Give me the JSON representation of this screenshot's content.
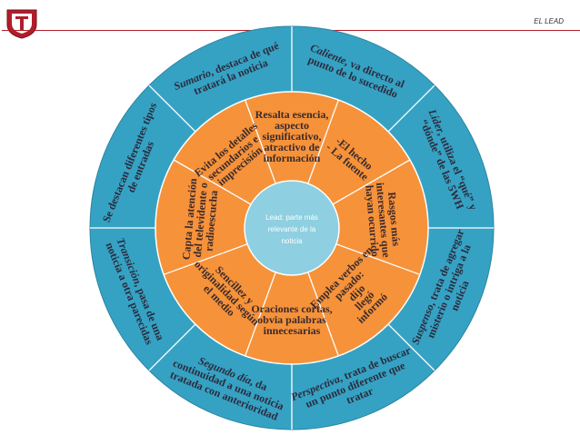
{
  "header": {
    "title": "EL LEAD"
  },
  "colors": {
    "outer_ring": "#36a2c3",
    "middle_ring": "#f6923a",
    "center": "#8ecfe1",
    "lines": "#ffffff",
    "accent": "#b01e2a"
  },
  "center": {
    "lines": [
      "Lead: parte más",
      "relevante de la",
      "noticia"
    ]
  },
  "outer": [
    {
      "lead": "Sumario",
      "rest": ", destaca de qué",
      "line2": "tratará la noticia"
    },
    {
      "lead": "Caliente",
      "rest": ", va directo al",
      "line2": "punto de lo sucedido"
    },
    {
      "lead": "Líder",
      "rest": ", utiliza el “qué” y",
      "line2": "“dónde” de las 5WH"
    },
    {
      "lead": "Suspenso",
      "rest": ", trata de agregar",
      "line2": "misterio o intriga a la",
      "line3": "noticia"
    },
    {
      "lead": "Perspectiva",
      "rest": ", trata de buscar",
      "line2": "un punto diferente que",
      "line3": "tratar"
    },
    {
      "lead": "Segundo día",
      "rest": ", da",
      "line2": "continuidad a una noticia",
      "line3": "tratada con anterioridad"
    },
    {
      "lead": "Transición",
      "rest": ", pasa de una",
      "line2": "noticia a otra parecidas"
    },
    {
      "lead": "",
      "rest": "Se destacan diferentes tipos",
      "line2": "de entradas"
    }
  ],
  "middle": [
    [
      "Resalta esencia,",
      "aspecto",
      "significativo,",
      "atractivo de",
      "información"
    ],
    [
      "-El hecho",
      "- La fuente"
    ],
    [
      "Rasgos más",
      "interesantes que",
      "hayan ocurrido"
    ],
    [
      "Emplea verbos en",
      "pasado:",
      "dijo",
      "llegó",
      "informó"
    ],
    [
      "Oraciones cortas,",
      "obvia palabras",
      "innecesarias"
    ],
    [
      "Sencillez y",
      "originalidad según",
      "el medio"
    ],
    [
      "Capta la atención",
      "del televidente o",
      "radioescucha"
    ],
    [
      "Evita los detalles",
      "secundarios e",
      "imprecisión"
    ]
  ]
}
